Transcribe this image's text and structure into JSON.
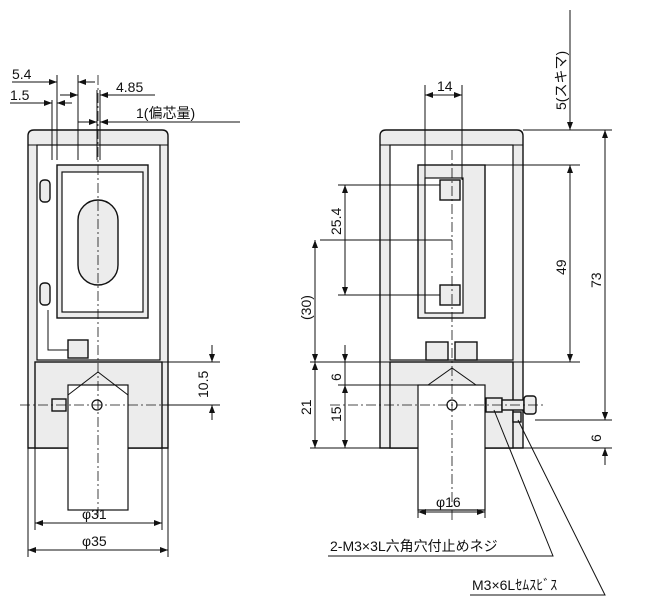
{
  "left_view": {
    "dim_5_4": "5.4",
    "dim_1_5": "1.5",
    "dim_4_85": "4.85",
    "dim_offset": "1(偏芯量)",
    "dim_phi31": "φ31",
    "dim_phi35": "φ35",
    "dim_10_5": "10.5"
  },
  "right_view": {
    "dim_14": "14",
    "dim_gap": "5(スキマ)",
    "dim_25_4": "25.4",
    "dim_30": "(30)",
    "dim_49": "49",
    "dim_73": "73",
    "dim_6_top": "6",
    "dim_21": "21",
    "dim_15": "15",
    "dim_6_bottom": "6",
    "dim_phi16": "φ16"
  },
  "callouts": {
    "set_screw": "2-M3×3L六角穴付止めネジ",
    "sems_screw": "M3×6Lｾﾑｽﾋﾞｽ"
  }
}
